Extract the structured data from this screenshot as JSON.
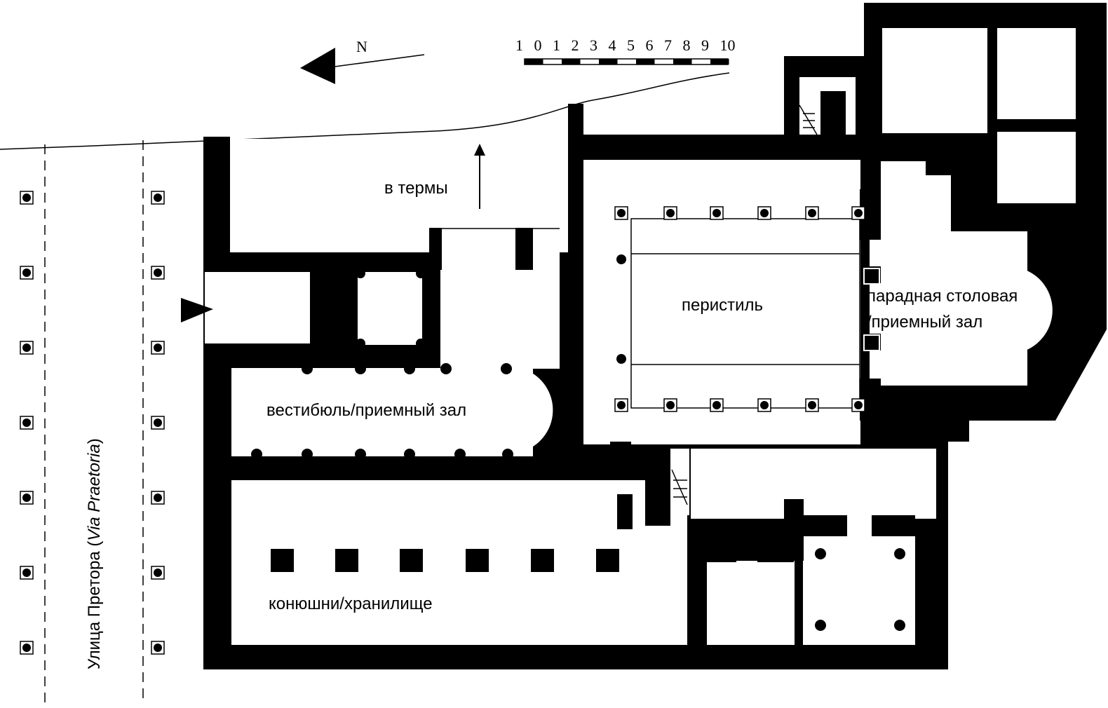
{
  "north": {
    "letter": "N"
  },
  "scale": {
    "ticks": [
      "1",
      "0",
      "1",
      "2",
      "3",
      "4",
      "5",
      "6",
      "7",
      "8",
      "9",
      "10"
    ]
  },
  "labels": {
    "to_baths": "в термы",
    "peristyle": "перистиль",
    "dining_line1": "парадная столовая",
    "dining_line2": "/приемный зал",
    "vestibule": "вестибюль/приемный зал",
    "stables": "конюшни/хранилище"
  },
  "street": {
    "name_ru": "Улица Претора (",
    "name_la": "Via Praetoria",
    "name_close": ")",
    "column_rows": 7
  },
  "colors": {
    "wall": "#000000",
    "floor": "#ffffff"
  }
}
